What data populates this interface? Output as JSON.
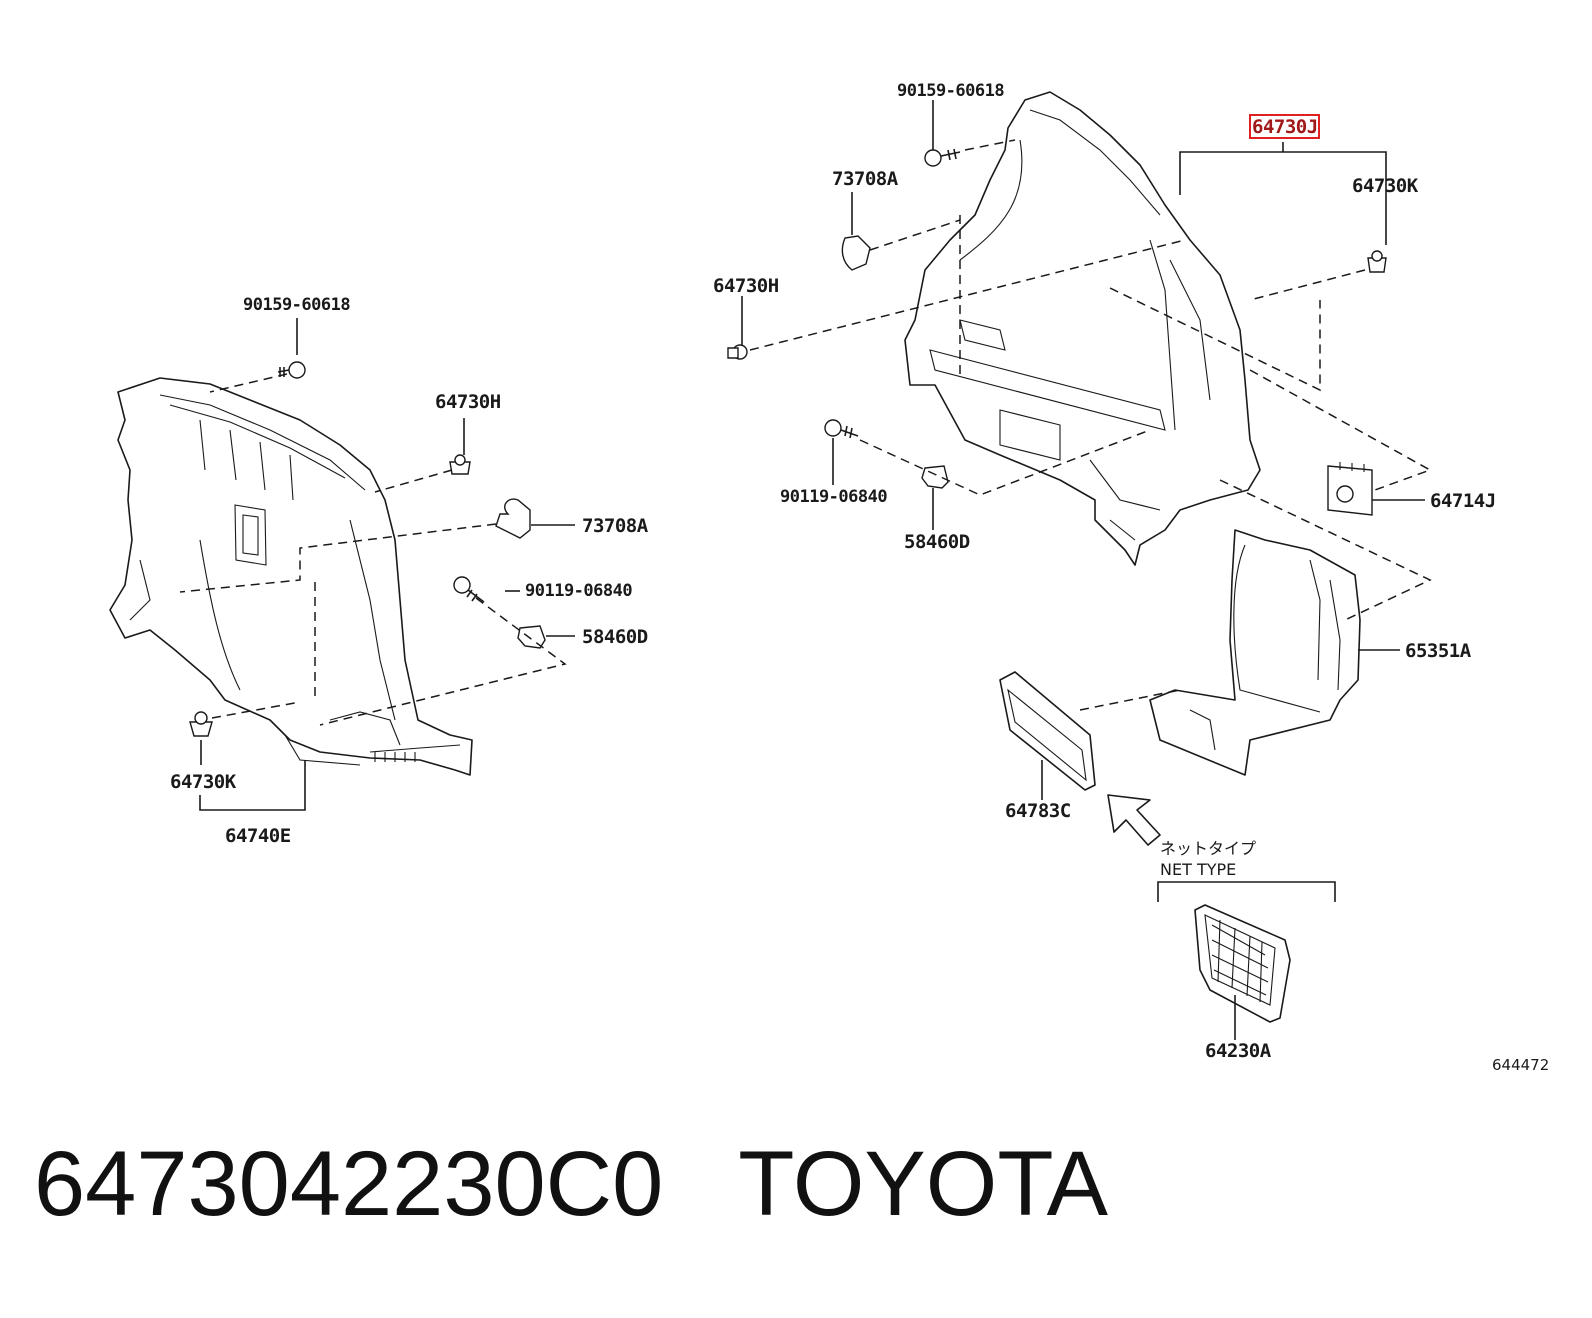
{
  "diagram": {
    "left_group": {
      "labels": {
        "bolt_top": "90159-60618",
        "clip_h": "64730H",
        "fastener_a": "73708A",
        "bolt_mid": "90119-06840",
        "nut_d": "58460D",
        "clip_k": "64730K",
        "assembly": "64740E"
      }
    },
    "right_group": {
      "labels": {
        "bolt_top": "90159-60618",
        "fastener_a": "73708A",
        "highlighted_part": "64730J",
        "clip_k": "64730K",
        "clip_h": "64730H",
        "bolt_mid": "90119-06840",
        "nut_d": "58460D",
        "cover_j": "64714J",
        "box_a": "65351A",
        "lid_c": "64783C",
        "net_jp": "ネットタイプ",
        "net_en": "NET TYPE",
        "net_part": "64230A"
      }
    },
    "figure_number": "644472",
    "highlight_color": "#e02020",
    "icons": [
      "bolt-icon",
      "clip-icon",
      "push-pin-icon",
      "nut-icon",
      "arrow-icon",
      "net-icon"
    ]
  },
  "caption": {
    "part_number": "6473042230C0",
    "brand": "TOYOTA"
  }
}
